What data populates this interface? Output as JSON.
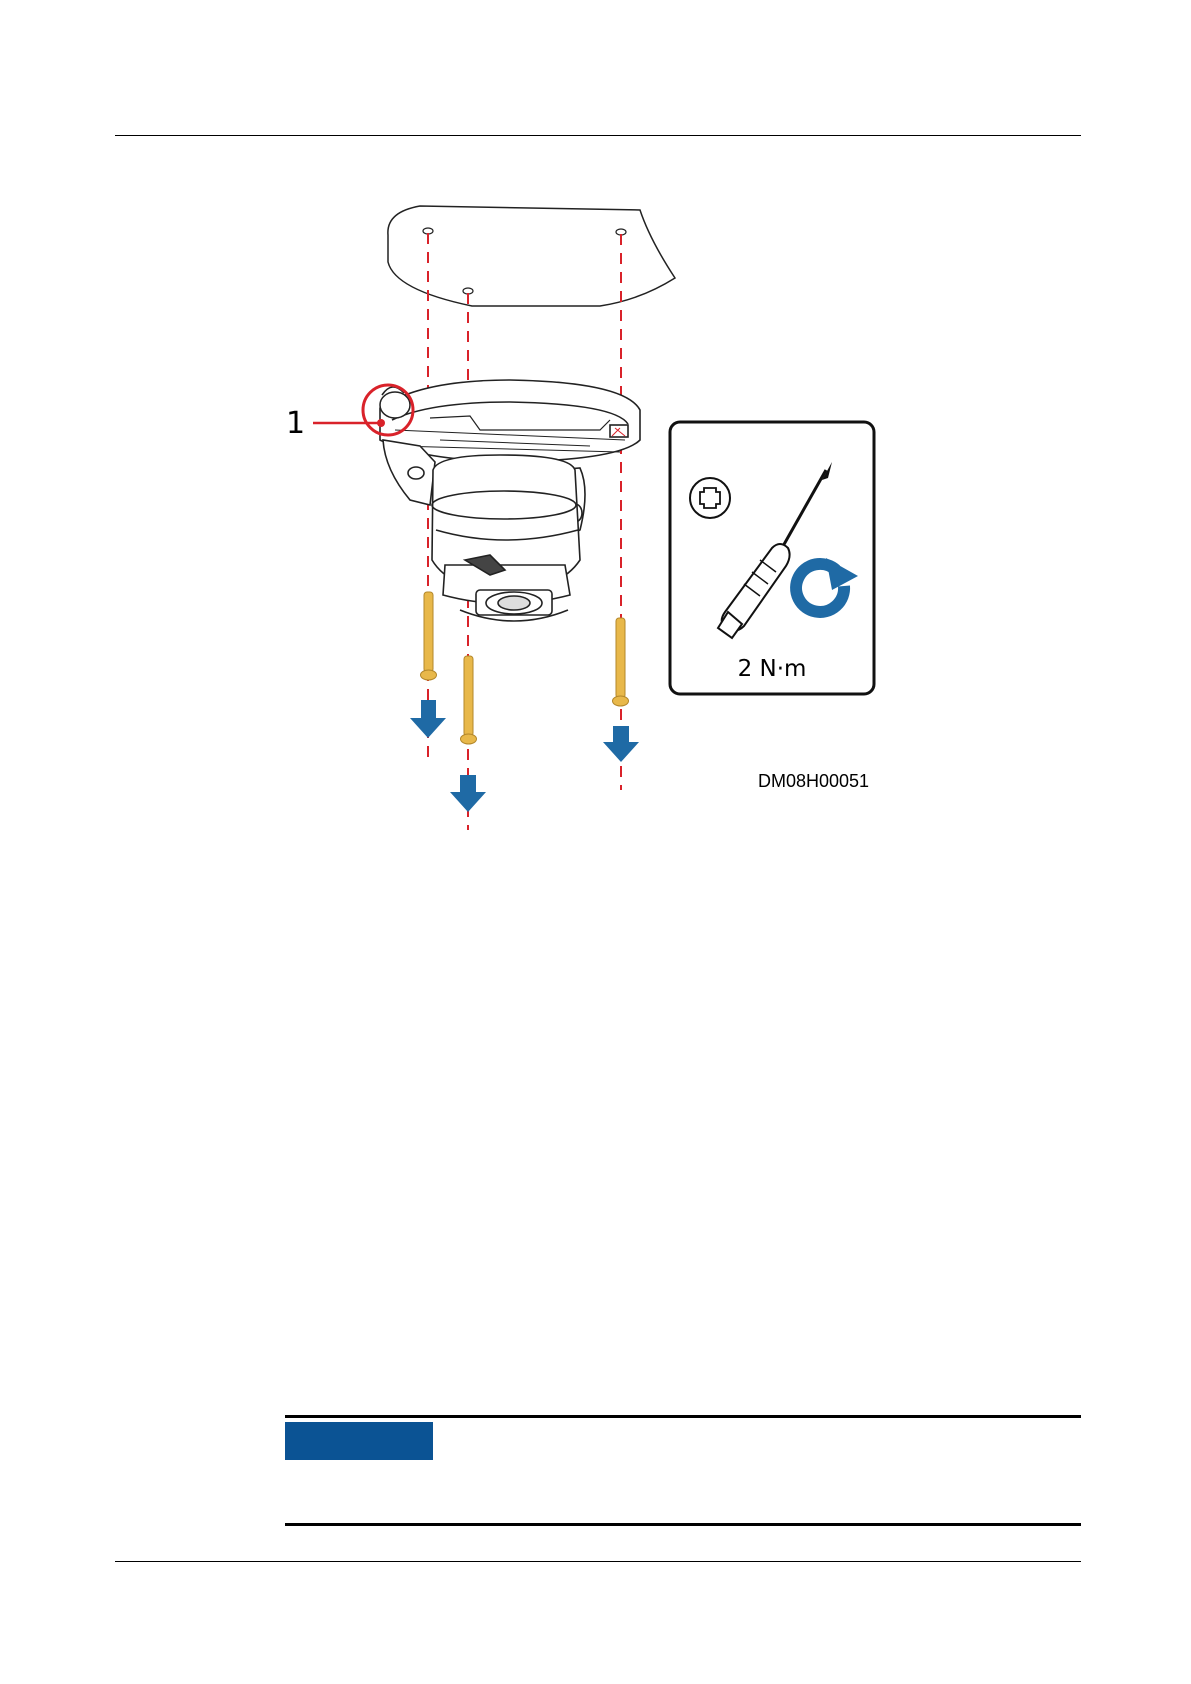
{
  "figure": {
    "callout_number": "1",
    "torque_label": "2 N·m",
    "figure_id": "DM08H00051"
  },
  "notice": {
    "badge_color": "#0b5394"
  },
  "colors": {
    "guide_line": "#d9222a",
    "arrow": "#1f6aa5",
    "screw": "#e8b84a",
    "callout_circle": "#d9222a"
  },
  "icons": [
    "phillips-screwdriver-icon",
    "clockwise-rotate-icon",
    "down-arrow-icon"
  ]
}
